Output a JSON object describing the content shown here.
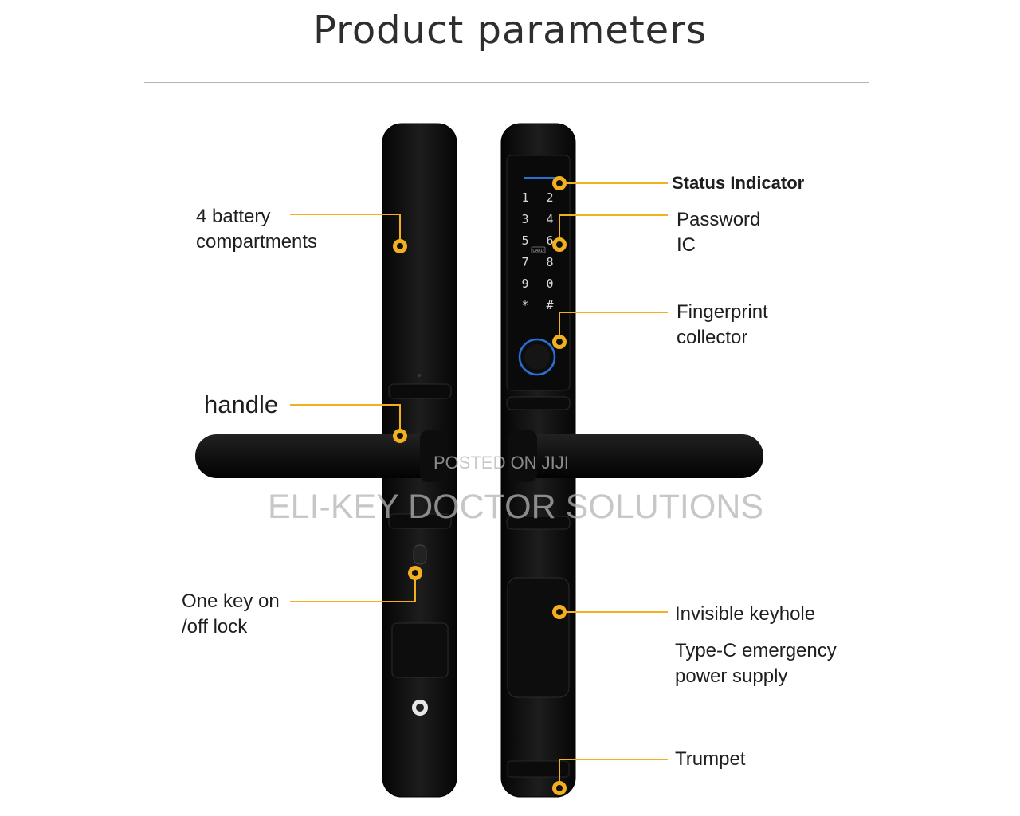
{
  "title": "Product parameters",
  "keypad": {
    "keys": [
      "1",
      "2",
      "3",
      "4",
      "5",
      "6",
      "7",
      "8",
      "9",
      "0",
      "*",
      "#"
    ],
    "card_badge": "CARD"
  },
  "callouts": {
    "battery": {
      "line1": "4 battery",
      "line2": "compartments"
    },
    "handle": {
      "label": "handle"
    },
    "onoff": {
      "line1": "One key on",
      "line2": "/off lock"
    },
    "status": {
      "label": "Status Indicator"
    },
    "password": {
      "line1": "Password",
      "line2": "IC"
    },
    "fingerprint": {
      "line1": "Fingerprint",
      "line2": "collector"
    },
    "keyhole": {
      "label": "Invisible keyhole"
    },
    "typec": {
      "line1": "Type-C emergency",
      "line2": "power supply"
    },
    "trumpet": {
      "label": "Trumpet"
    }
  },
  "watermark": {
    "line1": "POSTED ON JIJI",
    "line2": "ELI-KEY DOCTOR SOLUTIONS"
  },
  "colors": {
    "accent": "#f2b01e",
    "body": "#111111",
    "fingerprint_ring": "#2a6fd6"
  }
}
